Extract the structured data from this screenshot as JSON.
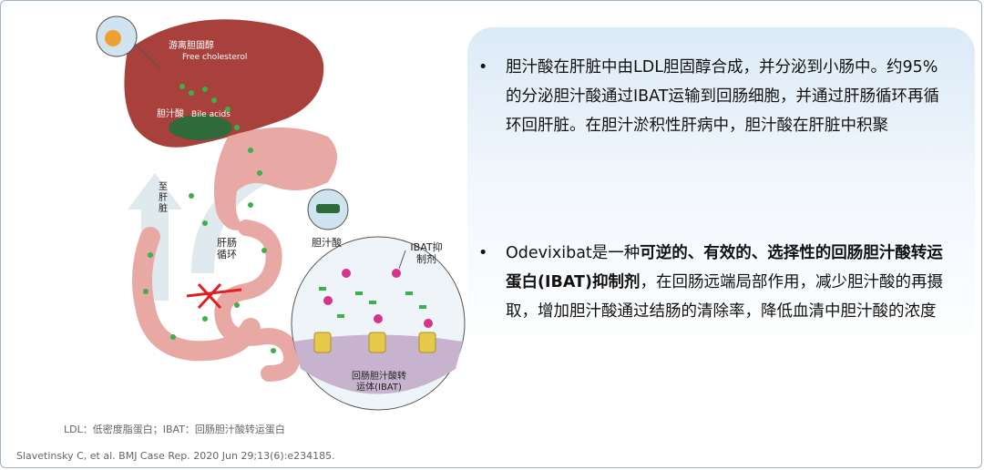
{
  "illustration": {
    "label_free_cholesterol_cn": "游离胆固醇",
    "label_free_cholesterol_en": "Free cholesterol",
    "label_bile_acids_cn": "胆汁酸",
    "label_bile_acids_en": "Bile acids",
    "label_to_liver": "至肝脏",
    "label_enterohepatic": "肝肠循环",
    "label_bile_acid": "胆汁酸",
    "label_ibat_inhibitor": "IBAT抑制剂",
    "label_transporter": "回肠胆汁酸转运体(IBAT)"
  },
  "footnote": "LDL：低密度脂蛋白；IBAT：回肠胆汁酸转运蛋白",
  "citation": "Slavetinsky C, et al. BMJ Case Rep. 2020 Jun 29;13(6):e234185.",
  "bullets": {
    "b1": "胆汁酸在肝脏中由LDL胆固醇合成，并分泌到小肠中。约95%的分泌胆汁酸通过IBAT运输到回肠细胞，并通过肝肠循环再循环回肝脏。在胆汁淤积性肝病中，胆汁酸在肝脏中积聚",
    "b2_start": "Odevixibat是一种",
    "b2_bold": "可逆的、有效的、选择性的回肠胆汁酸转运蛋白(IBAT)抑制剂",
    "b2_end": "，在回肠远端局部作用，减少胆汁酸的再摄取，增加胆汁酸通过结肠的清除率，降低血清中胆汁酸的浓度"
  },
  "colors": {
    "panel_top": "#dceaf7",
    "liver": "#a8403c",
    "intestine": "#e8a9a4",
    "bile_particle": "#3cb04a",
    "inhibitor": "#d6338a",
    "transporter": "#e6c84a",
    "block_mark": "#e02020"
  },
  "icons": [
    "bullet-dot"
  ]
}
